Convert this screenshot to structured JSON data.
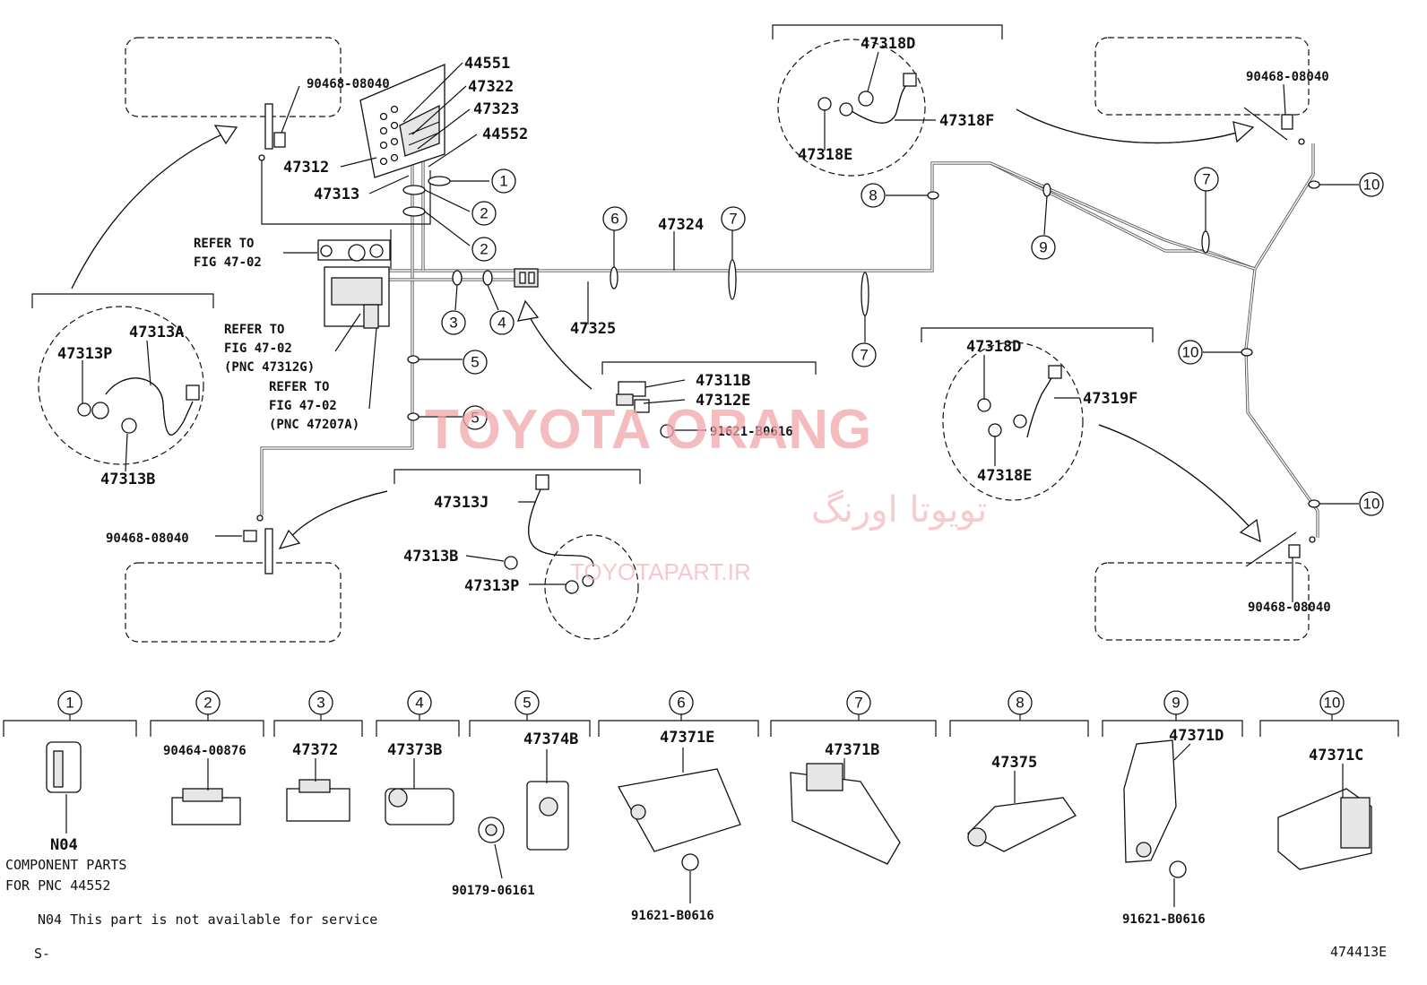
{
  "labels": {
    "p44551": "44551",
    "p47322": "47322",
    "p47323": "47323",
    "p44552": "44552",
    "p47312": "47312",
    "p47313": "47313",
    "p90468_tl": "90468-08040",
    "p90468_bl": "90468-08040",
    "p90468_tr": "90468-08040",
    "p90468_br": "90468-08040",
    "refer1a": "REFER TO",
    "refer1b": "FIG 47-02",
    "refer2a": "REFER TO",
    "refer2b": "FIG 47-02",
    "refer2c": "(PNC 47312G)",
    "refer3a": "REFER TO",
    "refer3b": "FIG 47-02",
    "refer3c": "(PNC 47207A)",
    "p47313A": "47313A",
    "p47313P_l": "47313P",
    "p47313B_l": "47313B",
    "p47324": "47324",
    "p47325": "47325",
    "p47311B": "47311B",
    "p47312E": "47312E",
    "p91621_mid": "91621-B0616",
    "p47318D_t": "47318D",
    "p47318F": "47318F",
    "p47318E_t": "47318E",
    "p47318D_r": "47318D",
    "p47319F": "47319F",
    "p47318E_r": "47318E",
    "p47313J": "47313J",
    "p47313B_c": "47313B",
    "p47313P_c": "47313P"
  },
  "callouts": {
    "c1": "1",
    "c2a": "2",
    "c2b": "2",
    "c3": "3",
    "c4": "4",
    "c5a": "5",
    "c5b": "5",
    "c6": "6",
    "c7a": "7",
    "c7b": "7",
    "c7c": "7",
    "c8": "8",
    "c9": "9",
    "c10a": "10",
    "c10b": "10",
    "c10c": "10"
  },
  "legend": [
    {
      "num": "1",
      "part": "N04",
      "note1": "COMPONENT PARTS",
      "note2": "FOR PNC 44552"
    },
    {
      "num": "2",
      "part": "90464-00876"
    },
    {
      "num": "3",
      "part": "47372"
    },
    {
      "num": "4",
      "part": "47373B"
    },
    {
      "num": "5",
      "part": "47374B",
      "sub": "90179-06161"
    },
    {
      "num": "6",
      "part": "47371E",
      "sub": "91621-B0616"
    },
    {
      "num": "7",
      "part": "47371B"
    },
    {
      "num": "8",
      "part": "47375"
    },
    {
      "num": "9",
      "part": "47371D",
      "sub": "91621-B0616"
    },
    {
      "num": "10",
      "part": "47371C"
    }
  ],
  "footnote": "N04 This part is not available for service",
  "corner_left": "S-",
  "corner_right": "474413E",
  "watermark": {
    "main": "TOYOTA ORANG",
    "persian": "تویوتا اورنگ",
    "site": "TOYOTAPART.IR",
    "color": "#f2a6ab"
  }
}
